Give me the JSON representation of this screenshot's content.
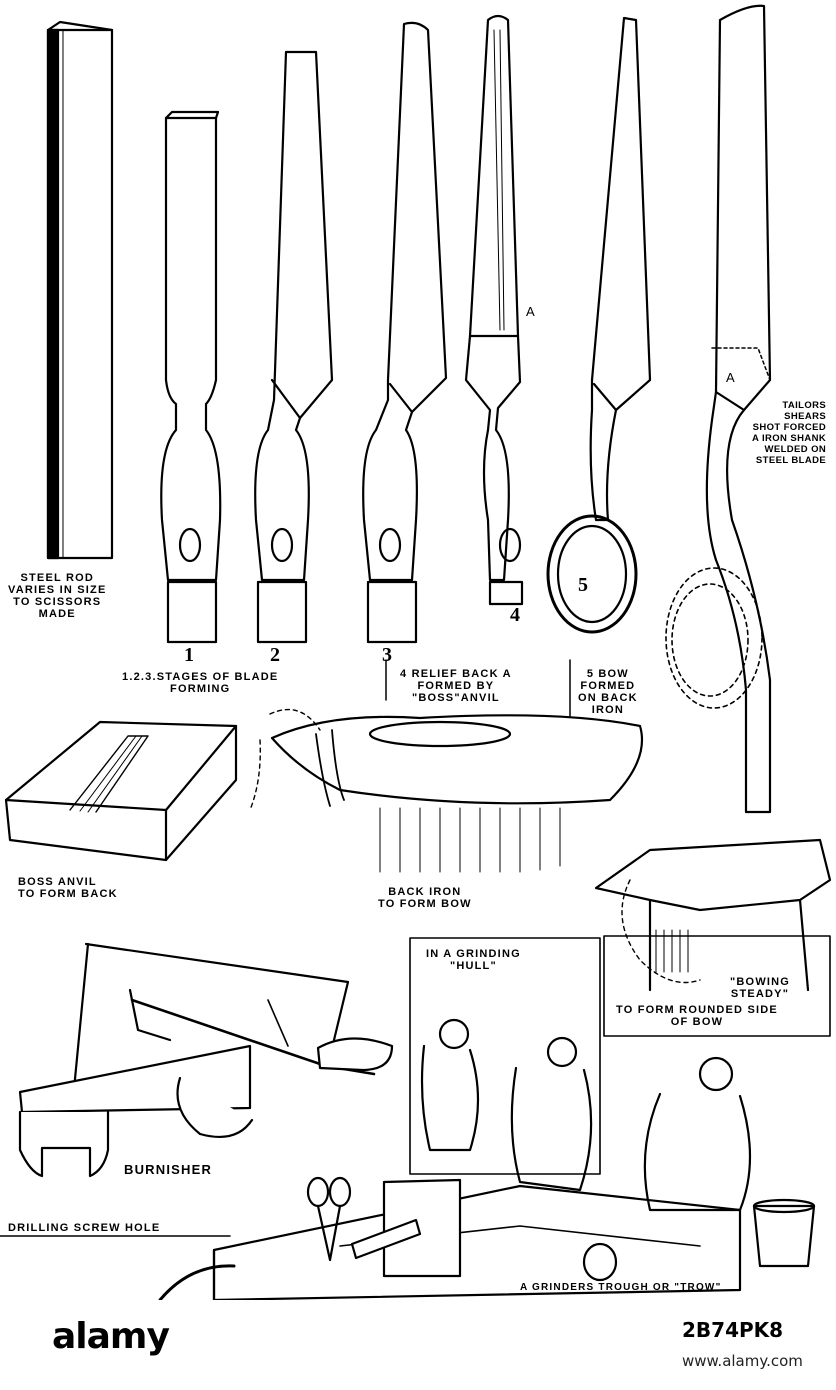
{
  "labels": {
    "steel_rod": "STEEL ROD\nVARIES IN SIZE\nTO SCISSORS\nMADE",
    "num1": "1",
    "num2": "2",
    "num3": "3",
    "num4": "4",
    "num5": "5",
    "letter_a1": "A",
    "letter_a2": "A",
    "stages": "1.2.3.STAGES OF BLADE\nFORMING",
    "relief": "4 RELIEF BACK A\nFORMED BY\n\"BOSS\"ANVIL",
    "bow": "5 BOW\nFORMED\nON BACK\nIRON",
    "tailors": "TAILORS\nSHEARS\nSHOT FORCED\nA IRON SHANK\nWELDED ON\nSTEEL BLADE",
    "boss_anvil": "BOSS ANVIL\nTO FORM BACK",
    "back_iron": "BACK IRON\nTO FORM BOW",
    "grinding_hull": "IN A GRINDING\n\"HULL\"",
    "bowing_steady": "\"BOWING\nSTEADY\"",
    "rounded_side": "TO FORM ROUNDED SIDE\nOF BOW",
    "burnisher": "BURNISHER",
    "drilling": "DRILLING SCREW HOLE",
    "trough": "A GRINDERS TROUGH OR \"TROW\""
  },
  "stock": {
    "logo": "alamy",
    "image_id": "2B74PK8",
    "url": "www.alamy.com"
  },
  "colors": {
    "ink": "#000000",
    "paper": "#ffffff"
  }
}
